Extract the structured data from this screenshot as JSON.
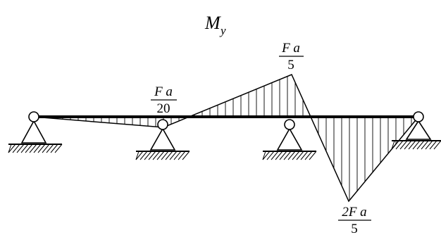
{
  "title": {
    "main": "M",
    "sub": "y"
  },
  "labels": [
    {
      "id": "fa20",
      "numerator": "F a",
      "denominator": "20"
    },
    {
      "id": "fa5",
      "numerator": "F a",
      "denominator": "5"
    },
    {
      "id": "2fa5",
      "numerator": "2F a",
      "denominator": "5"
    }
  ],
  "supports": [
    {
      "id": "support-1",
      "type": "pinned"
    },
    {
      "id": "support-2",
      "type": "pinned"
    },
    {
      "id": "support-3",
      "type": "pinned"
    },
    {
      "id": "support-4",
      "type": "pinned"
    }
  ],
  "colors": {
    "ink": "#000000",
    "background": "#ffffff"
  }
}
